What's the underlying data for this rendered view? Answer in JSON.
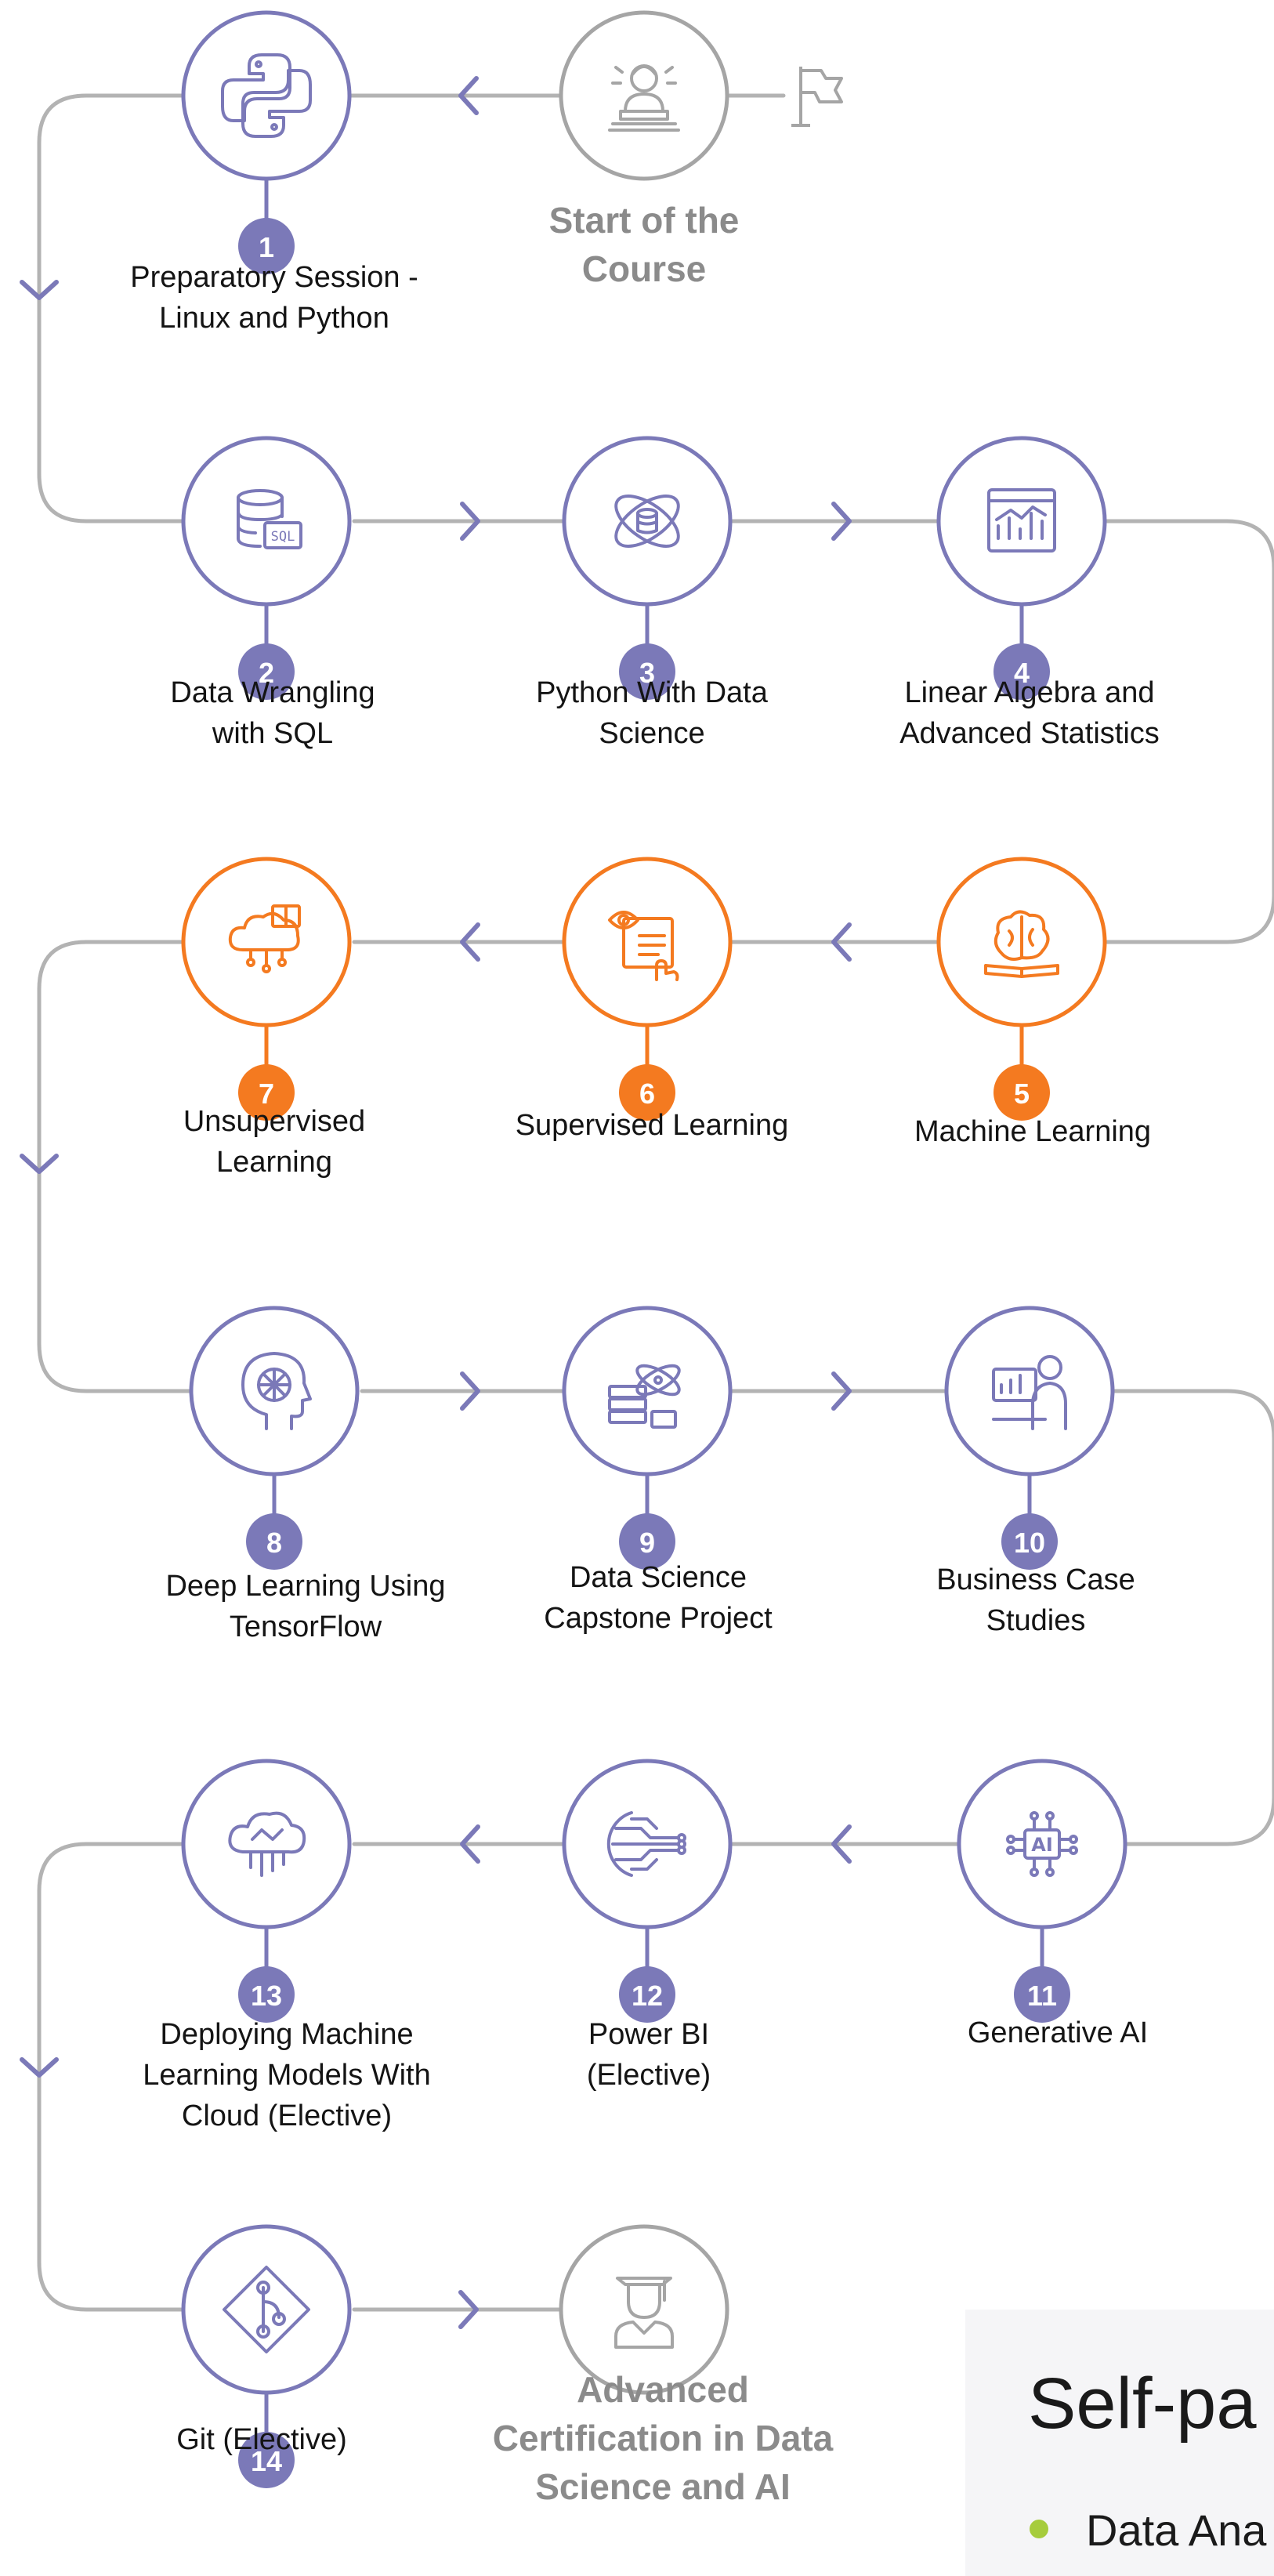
{
  "colors": {
    "primary": "#7b79b8",
    "accent": "#f47a20",
    "grey": "#a5a5a5",
    "connector": "#b3b3b3",
    "panel_bullet": "#a6cc3c"
  },
  "start": {
    "label": "Start of the\nCourse",
    "icon": "teacher-reading-icon",
    "flag_icon": "flag-icon"
  },
  "finish": {
    "label": "Advanced\nCertification in Data\nScience and AI",
    "icon": "graduate-icon"
  },
  "steps": [
    {
      "number": "1",
      "label": "Preparatory Session -\nLinux and Python",
      "icon": "python-icon",
      "accent": false
    },
    {
      "number": "2",
      "label": "Data Wrangling\nwith SQL",
      "icon": "sql-database-icon",
      "accent": false
    },
    {
      "number": "3",
      "label": "Python With Data\nScience",
      "icon": "data-orbit-icon",
      "accent": false
    },
    {
      "number": "4",
      "label": "Linear Algebra and\nAdvanced Statistics",
      "icon": "statistics-chart-icon",
      "accent": false
    },
    {
      "number": "5",
      "label": "Machine Learning",
      "icon": "brain-book-icon",
      "accent": true
    },
    {
      "number": "6",
      "label": "Supervised Learning",
      "icon": "eye-document-icon",
      "accent": true
    },
    {
      "number": "7",
      "label": "Unsupervised\nLearning",
      "icon": "cloud-book-icon",
      "accent": true
    },
    {
      "number": "8",
      "label": "Deep Learning Using\nTensorFlow",
      "icon": "head-network-icon",
      "accent": false
    },
    {
      "number": "9",
      "label": "Data Science\nCapstone Project",
      "icon": "server-atom-icon",
      "accent": false
    },
    {
      "number": "10",
      "label": "Business Case\nStudies",
      "icon": "presenter-chart-icon",
      "accent": false
    },
    {
      "number": "11",
      "label": "Generative AI",
      "icon": "ai-chip-icon",
      "accent": false
    },
    {
      "number": "12",
      "label": "Power BI\n(Elective)",
      "icon": "circuit-icon",
      "accent": false
    },
    {
      "number": "13",
      "label": "Deploying Machine\nLearning Models With\nCloud (Elective)",
      "icon": "cloud-circuit-icon",
      "accent": false
    },
    {
      "number": "14",
      "label": "Git (Elective)",
      "icon": "git-icon",
      "accent": false
    }
  ],
  "panel": {
    "title": "Self-pa",
    "item": "Data Ana"
  }
}
